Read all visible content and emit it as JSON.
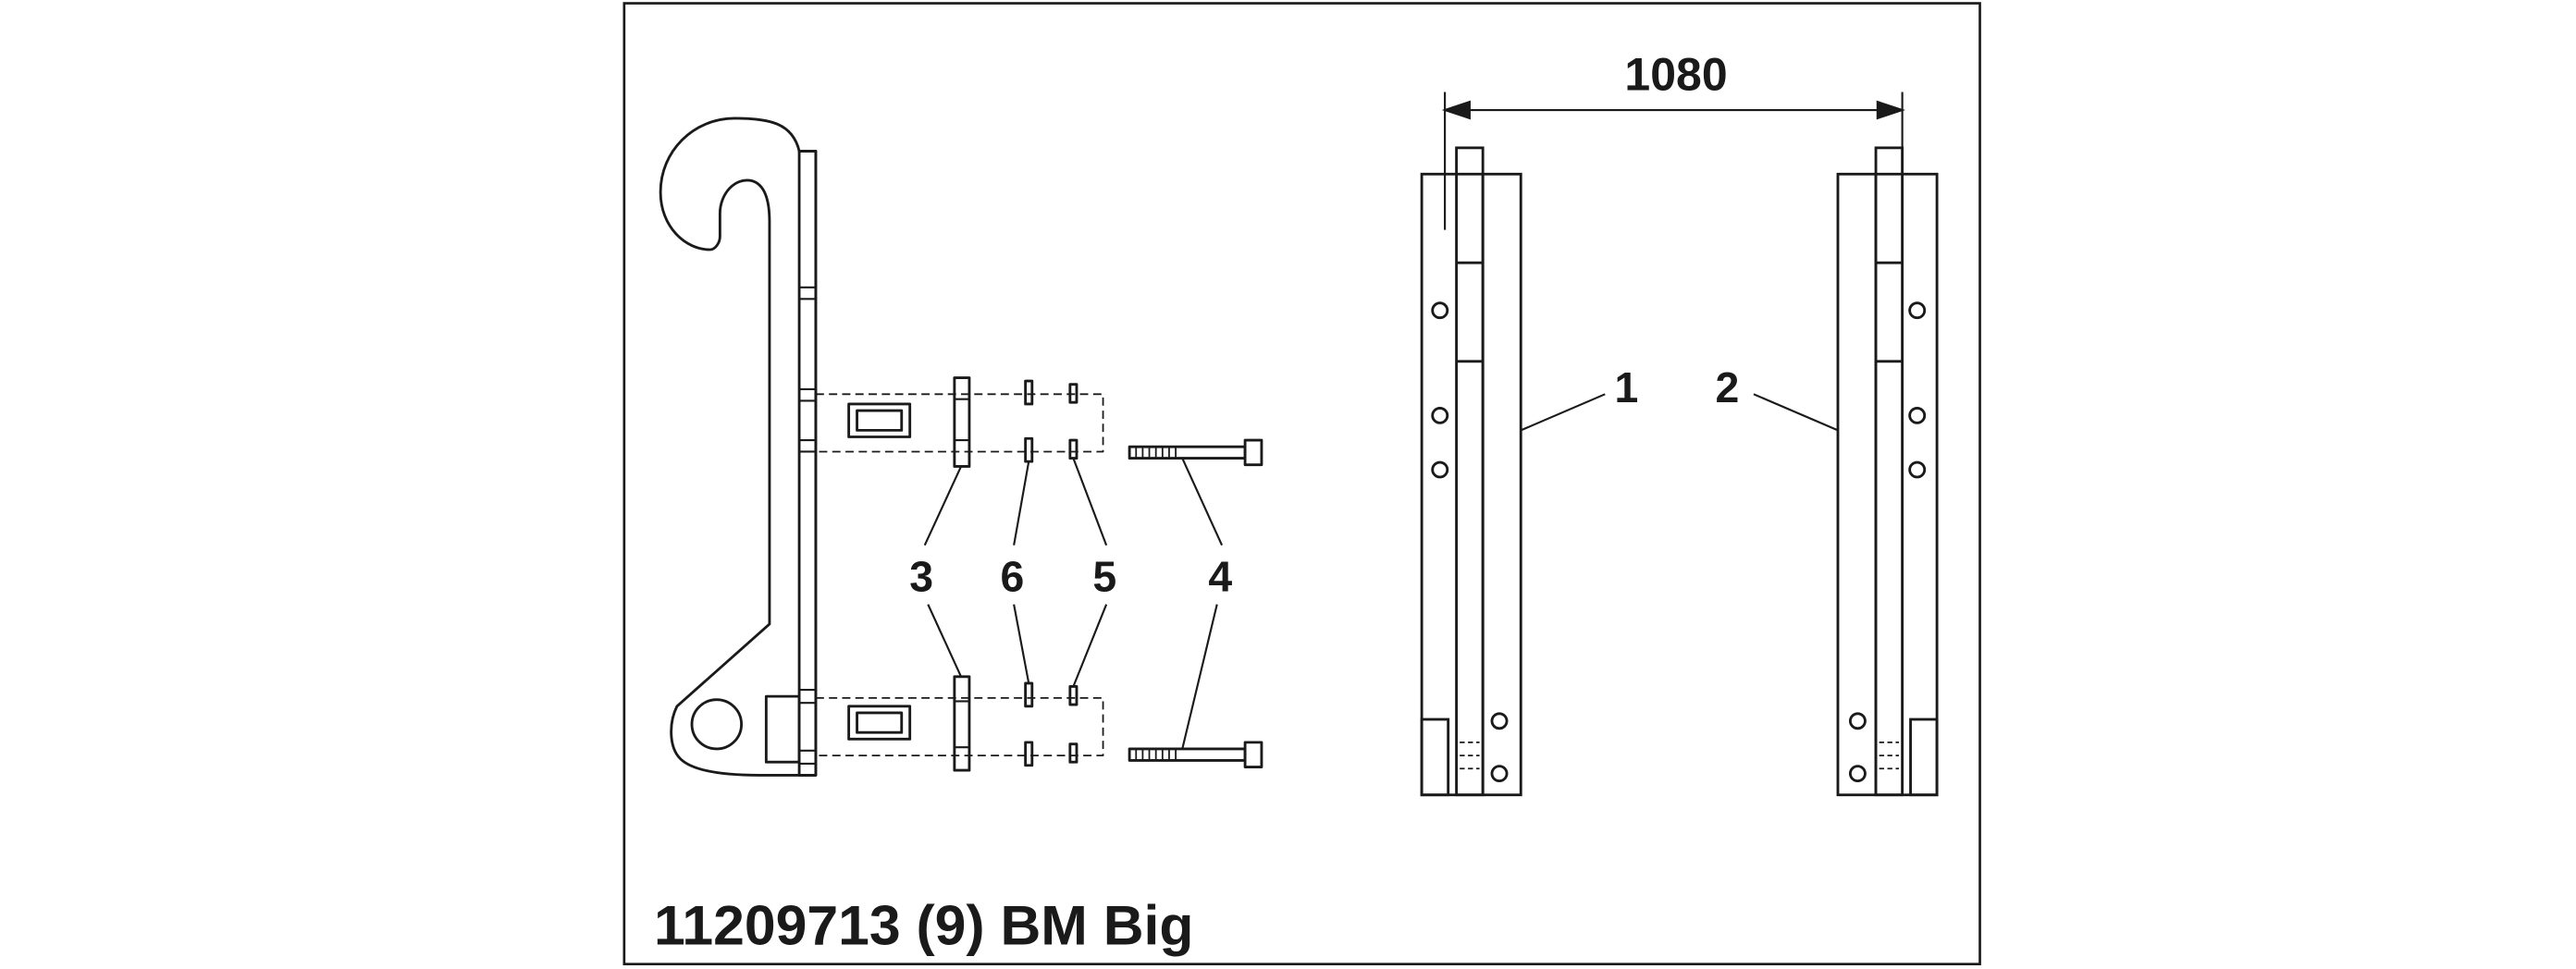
{
  "drawing": {
    "caption": "11209713 (9) BM Big",
    "dimension": "1080",
    "callouts": {
      "part_1": "1",
      "part_2": "2",
      "part_3": "3",
      "part_4": "4",
      "part_5": "5",
      "part_6": "6"
    }
  },
  "colors": {
    "line": "#1a1a1a",
    "background": "#ffffff"
  }
}
